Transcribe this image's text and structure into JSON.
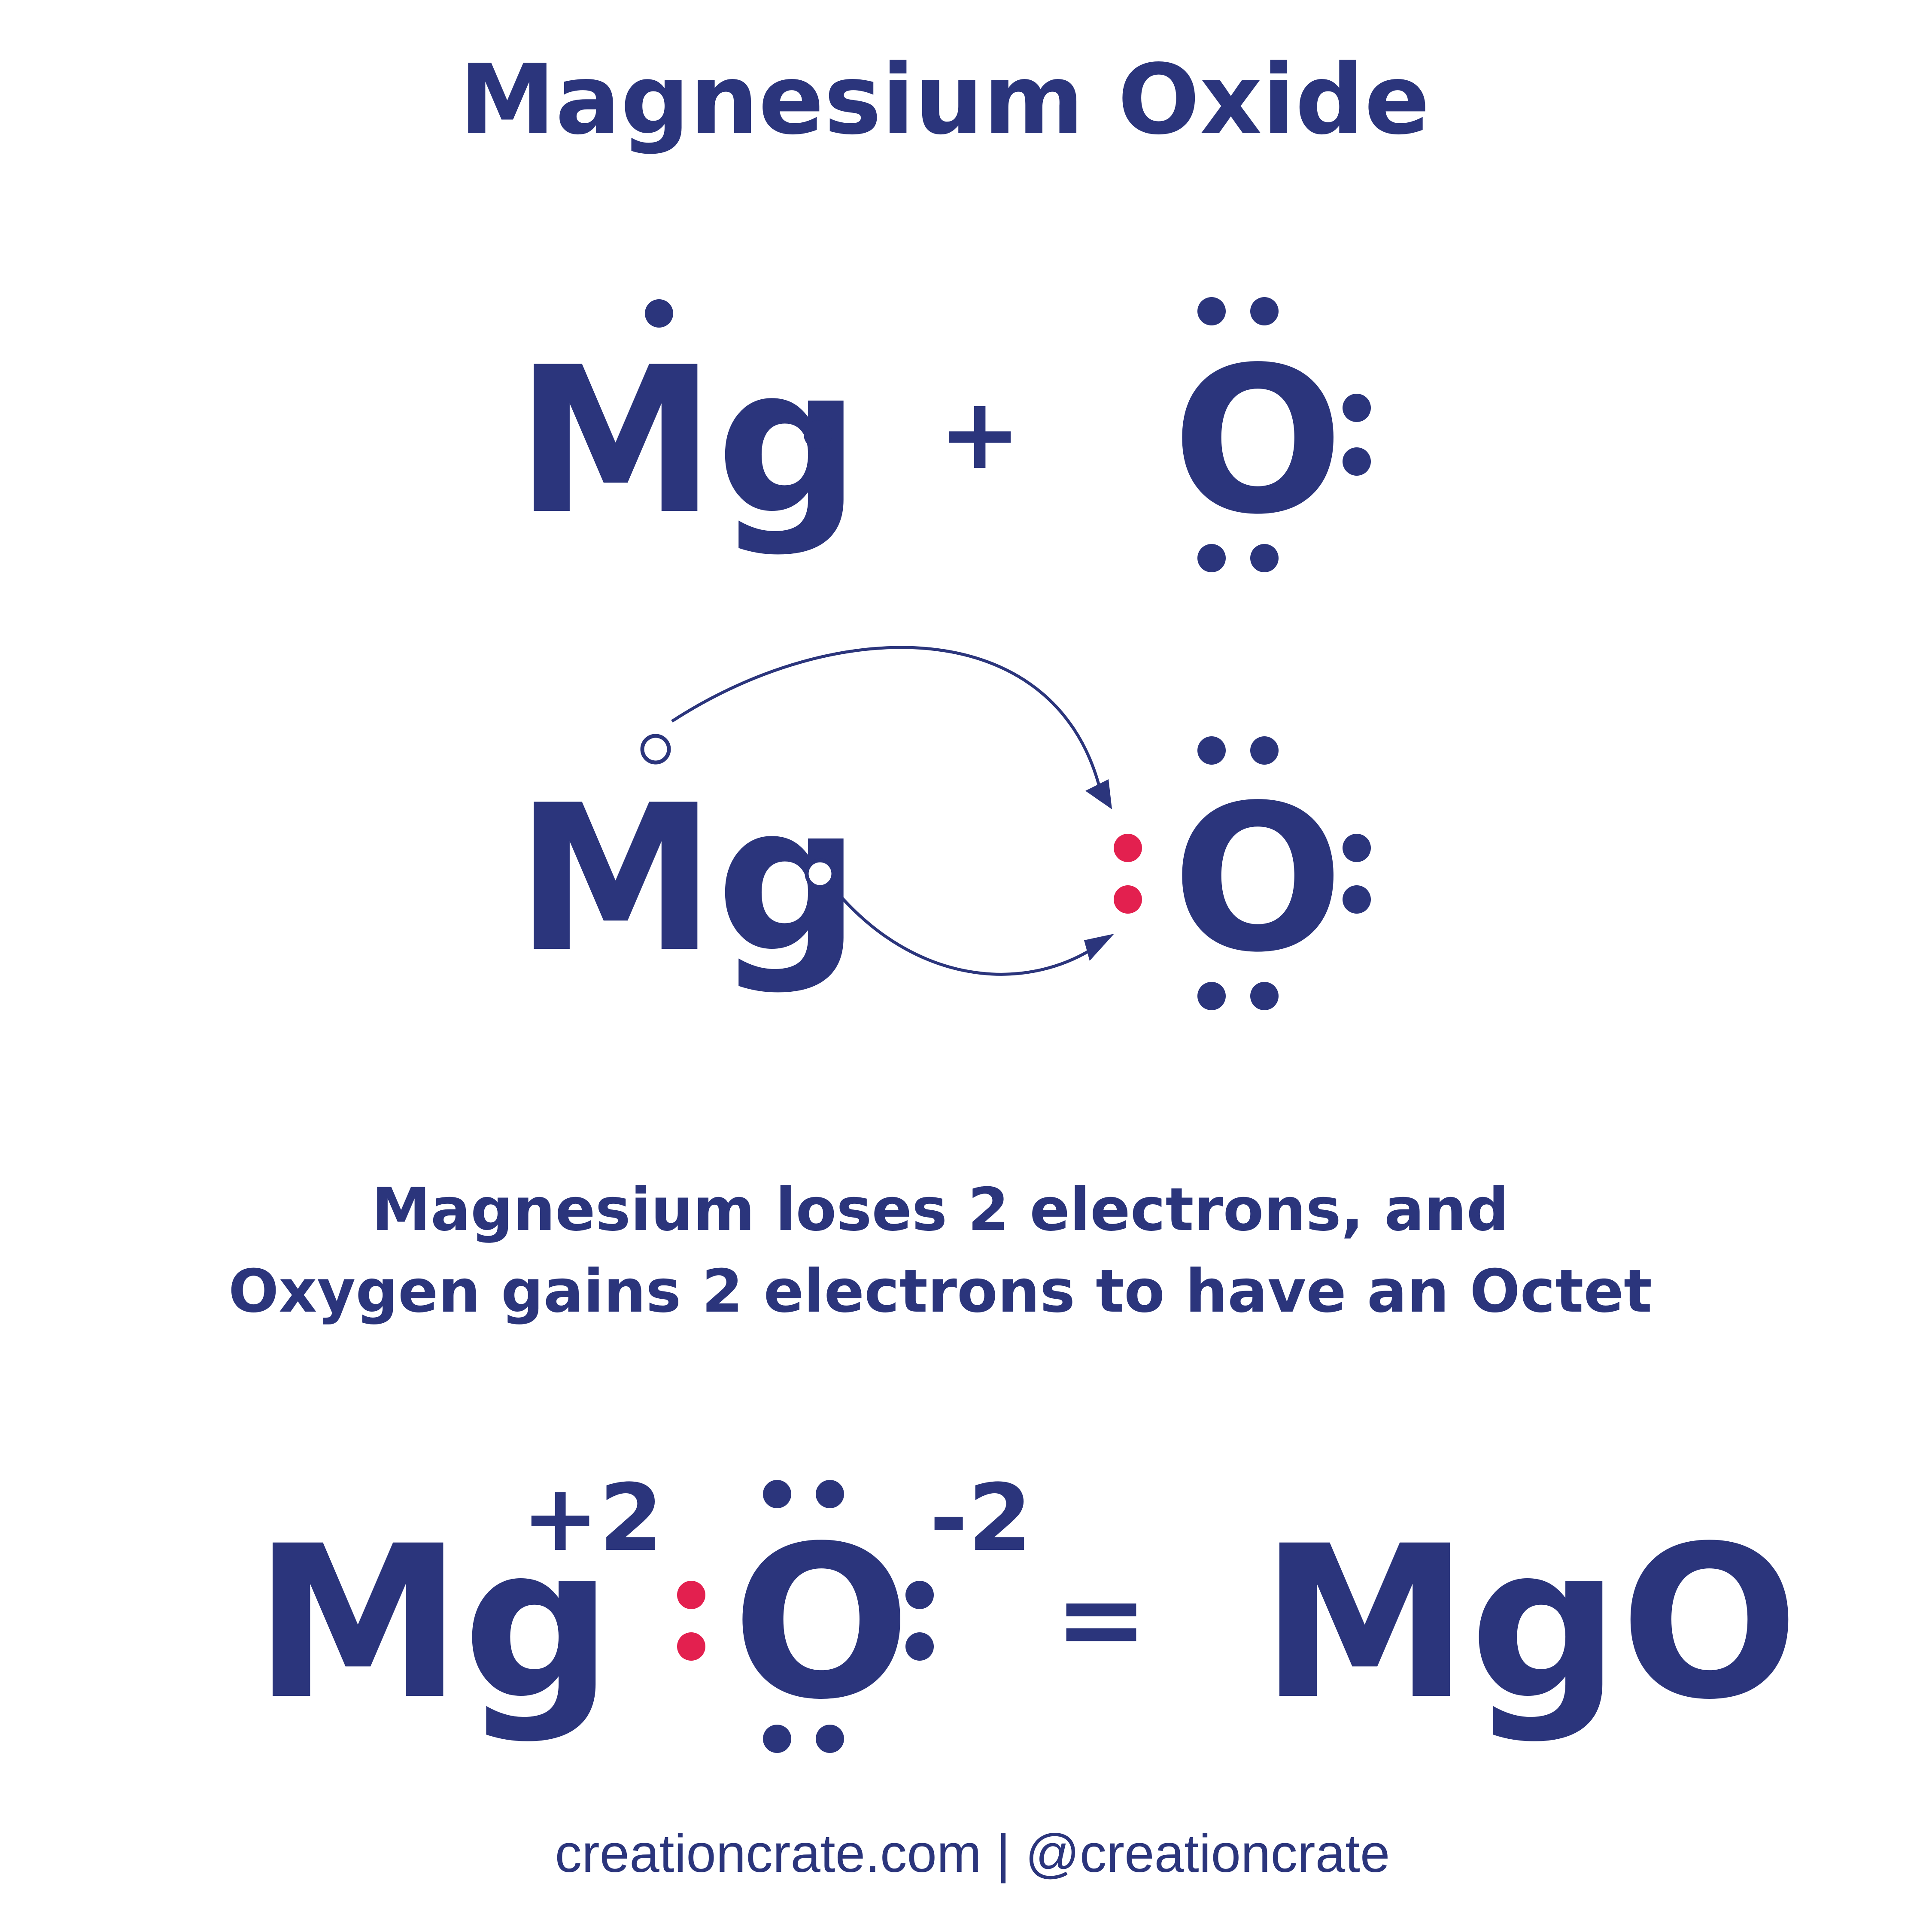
{
  "title": "Magnesium Oxide",
  "colors": {
    "primary": "#2b357c",
    "transferred_electron": "#e3204f",
    "background": "#ffffff"
  },
  "step1": {
    "mg_symbol": "Mg",
    "plus": "+",
    "o_symbol": "O"
  },
  "step2": {
    "mg_symbol": "Mg",
    "o_symbol": "O"
  },
  "explanation": {
    "line1": "Magnesium loses 2 electrons, and",
    "line2": "Oxygen gains 2 electrons to have an Octet"
  },
  "result": {
    "mg_symbol": "Mg",
    "mg_charge": "+2",
    "o_symbol": "O",
    "o_charge": "-2",
    "equals": "=",
    "formula": "MgO"
  },
  "footer": "creationcrate.com | @creationcrate"
}
